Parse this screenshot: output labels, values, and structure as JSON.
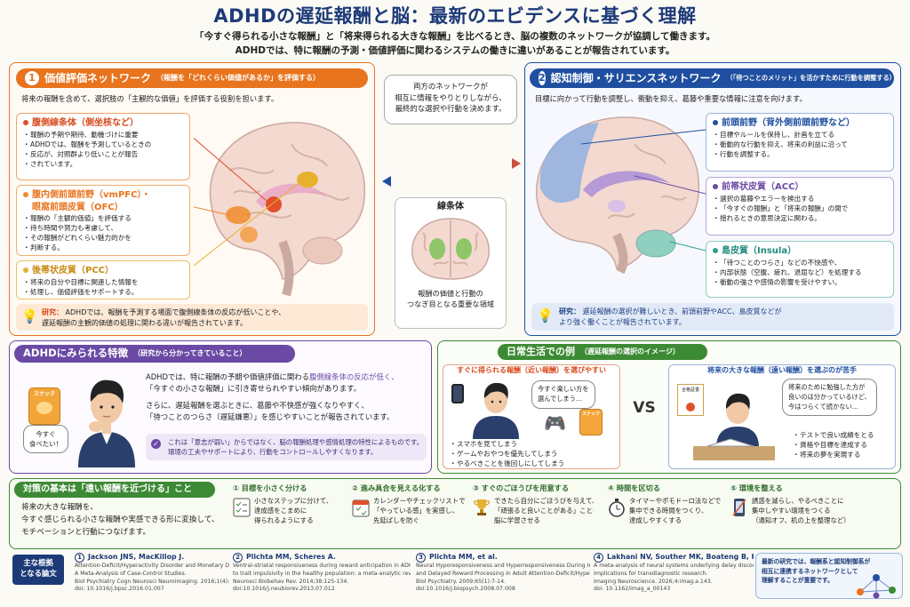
{
  "title": "ADHDの遅延報酬と脳：最新のエビデンスに基づく理解",
  "subtitle1": "「今すぐ得られる小さな報酬」と「将来得られる大きな報酬」を比べるとき、脳の複数のネットワークが協調して働きます。",
  "subtitle2": "ADHDでは、特に報酬の予測・価値評価に関わるシステムの働きに違いがあることが報告されています。",
  "valueNet": {
    "num": "1",
    "title": "価値評価ネットワーク",
    "note": "（報酬を「どれくらい価値があるか」を評価する）",
    "intro": "将来の報酬を含めて、選択肢の「主観的な価値」を評価する役割を担います。",
    "striatum": {
      "title": "腹側線条体（側坐核など）",
      "items": [
        "報酬の予期や期待、動機づけに重要",
        "ADHDでは、報酬を予測しているときの",
        "反応が、対照群より低いことが報告",
        "されています。"
      ]
    },
    "vmpfc": {
      "title1": "腹内側前頭前野（vmPFC）・",
      "title2": "眼窩前頭皮質（OFC）",
      "items": [
        "報酬の「主観的価値」を評価する",
        "待ち時間や努力も考慮して、",
        "その報酬がどれくらい魅力的かを",
        "判断する。"
      ]
    },
    "pcc": {
      "title": "後帯状皮質（PCC）",
      "items": [
        "将来の自分や目標に関連した情報を",
        "処理し、価値評価をサポートする。"
      ]
    },
    "research_label": "研究：",
    "research1": "ADHDでは、報酬を予測する場面で腹側線条体の反応が低いことや、",
    "research2": "遅延報酬の主観的価値の処理に関わる違いが報告されています。"
  },
  "center": {
    "bubble1": "両方のネットワークが",
    "bubble2": "相互に情報をやりとりしながら、",
    "bubble3": "最終的な選択や行動を決めます。",
    "striatum_label": "線条体",
    "caption1": "報酬の価値と行動の",
    "caption2": "つなぎ目となる重要な領域"
  },
  "controlNet": {
    "num": "2",
    "title": "認知制御・サリエンスネットワーク",
    "note": "（「待つことのメリット」を活かすために行動を調整する）",
    "intro": "目標に向かって行動を調整し、衝動を抑え、葛藤や重要な情報に注意を向けます。",
    "dlpfc": {
      "title": "前頭前野（背外側前頭前野など）",
      "items": [
        "目標やルールを保持し、計画を立てる",
        "衝動的な行動を抑え、将来の利益に沿って",
        "行動を調整する。"
      ]
    },
    "acc": {
      "title": "前帯状皮質（ACC）",
      "items": [
        "選択の葛藤やエラーを検出する",
        "「今すぐの報酬」と「将来の報酬」の間で",
        "揺れるときの意思決定に関わる。"
      ]
    },
    "insula": {
      "title": "島皮質（Insula）",
      "items": [
        "「待つことのつらさ」などの不快感や、",
        "内部状態（空腹、疲れ、退屈など）を処理する",
        "衝動の強さや感情の影響を受けやすい。"
      ]
    },
    "research_label": "研究：",
    "research1": "遅延報酬の選択が難しいとき、前頭前野やACC、島皮質などが",
    "research2": "より強く働くことが報告されています。"
  },
  "features": {
    "title": "ADHDにみられる特徴",
    "note": "（研究から分かってきていること）",
    "snack_label": "スナック",
    "speech1": "今すぐ",
    "speech2": "食べたい！",
    "p1a": "ADHDでは、特に報酬の予期や価値評価に関わる",
    "p1b": "腹側線条体の反応が低く、",
    "p1c": "「今すぐの小さな報酬」に引き寄せられやすい傾向があります。",
    "p2a": "さらに、遅延報酬を選ぶときに、葛藤や不快感が強くなりやすく、",
    "p2b": "「待つことのつらさ（遅延嫌悪）」を感じやすいことが報告されています。",
    "note1": "これは「意志が弱い」からではなく、脳の報酬処理や感情処理の特性によるものです。",
    "note2": "環境の工夫やサポートにより、行動をコントロールしやすくなります。"
  },
  "daily": {
    "title": "日常生活での例",
    "note": "（遅延報酬の選択のイメージ）",
    "left_title": "すぐに得られる報酬（近い報酬）を選びやすい",
    "left_bubble1": "今すぐ楽しい方を",
    "left_bubble2": "選んでしまう…",
    "left_snack": "スナック",
    "left_items": [
      "スマホを見てしまう",
      "ゲームやおやつを優先してしまう",
      "やるべきことを後回しにしてしまう"
    ],
    "vs": "VS",
    "right_title": "将来の大きな報酬（遠い報酬）を選ぶのが苦手",
    "right_bubble1": "将来のために勉強した方が",
    "right_bubble2": "良いのは分かっているけど、",
    "right_bubble3": "今はつらくて続かない…",
    "certificate": "合格証書",
    "right_items": [
      "テストで良い成績をとる",
      "資格や目標を達成する",
      "将来の夢を実現する"
    ]
  },
  "strategies": {
    "title": "対策の基本は「遠い報酬を近づける」こと",
    "intro1": "将来の大きな報酬を、",
    "intro2": "今すぐ感じられる小さな報酬や実感できる形に変換して、",
    "intro3": "モチベーションと行動につなげます。",
    "steps": [
      {
        "title": "① 目標を小さく分ける",
        "d1": "小さなステップに分けて、",
        "d2": "達成感をこまめに",
        "d3": "得られるようにする"
      },
      {
        "title": "② 進み具合を見える化する",
        "d1": "カレンダーやチェックリストで",
        "d2": "「やっている感」を実感し、",
        "d3": "先延ばしを防ぐ"
      },
      {
        "title": "③ すぐのごほうびを用意する",
        "d1": "できたら自分にごほうびを与えて、",
        "d2": "「頑張ると良いことがある」ことを",
        "d3": "脳に学習させる"
      },
      {
        "title": "④ 時間を区切る",
        "d1": "タイマーやポモドーロ法などで",
        "d2": "集中できる時間をつくり、",
        "d3": "達成しやすくする"
      },
      {
        "title": "⑤ 環境を整える",
        "d1": "誘惑を減らし、やるべきことに",
        "d2": "集中しやすい環境をつくる",
        "d3": "（通知オフ、机の上を整理など）"
      }
    ]
  },
  "references": {
    "label1": "主な根拠",
    "label2": "となる論文",
    "items": [
      {
        "num": "1",
        "authors": "Jackson JNS, MacKillop J.",
        "l1": "Attention-Deficit/Hyperactivity Disorder and Monetary Delay Discounting:",
        "l2": "A Meta-Analysis of Case-Control Studies.",
        "l3": "Biol Psychiatry Cogn Neurosci Neuroimaging. 2016;1(4):316-325.",
        "l4": "doi: 10.1016/j.bpsc.2016.01.007"
      },
      {
        "num": "2",
        "authors": "Plichta MM, Scheres A.",
        "l1": "Ventral-striatal responsiveness during reward anticipation in ADHD and its relation",
        "l2": "to trait impulsivity in the healthy population: a meta-analytic review of the fMRI literature.",
        "l3": "Neurosci Biobehav Rev. 2014;38:125-134.",
        "l4": "doi:10.1016/j.neubiorev.2013.07.012"
      },
      {
        "num": "3",
        "authors": "Plichta MM, et al.",
        "l1": "Neural Hyporesponsiveness and Hyperresponsiveness During Immediate",
        "l2": "and Delayed Reward Processing in Adult Attention-Deficit/Hyperactivity Disorder.",
        "l3": "Biol Psychiatry. 2009;65(1):7-14.",
        "l4": "doi:10.1016/j.biopsych.2008.07.008"
      },
      {
        "num": "4",
        "authors": "Lakhani NV, Souther MK, Boateng B, Kable JW.",
        "l1": "A meta-analysis of neural systems underlying delay discounting:",
        "l2": "Implications for transdiagnostic research.",
        "l3": "Imaging Neuroscience. 2026;4:imag.a.143.",
        "l4": "doi: 10.1162/imag_a_00143"
      }
    ],
    "closing1": "最新の研究では、報酬系と認知制御系が",
    "closing2": "相互に連携するネットワークとして",
    "closing3": "理解することが重要です。"
  },
  "colors": {
    "orange": "#e8741e",
    "blue": "#1f4fa0",
    "purple": "#6a4aa5",
    "green": "#3d8a35",
    "navy": "#1d3a78"
  }
}
